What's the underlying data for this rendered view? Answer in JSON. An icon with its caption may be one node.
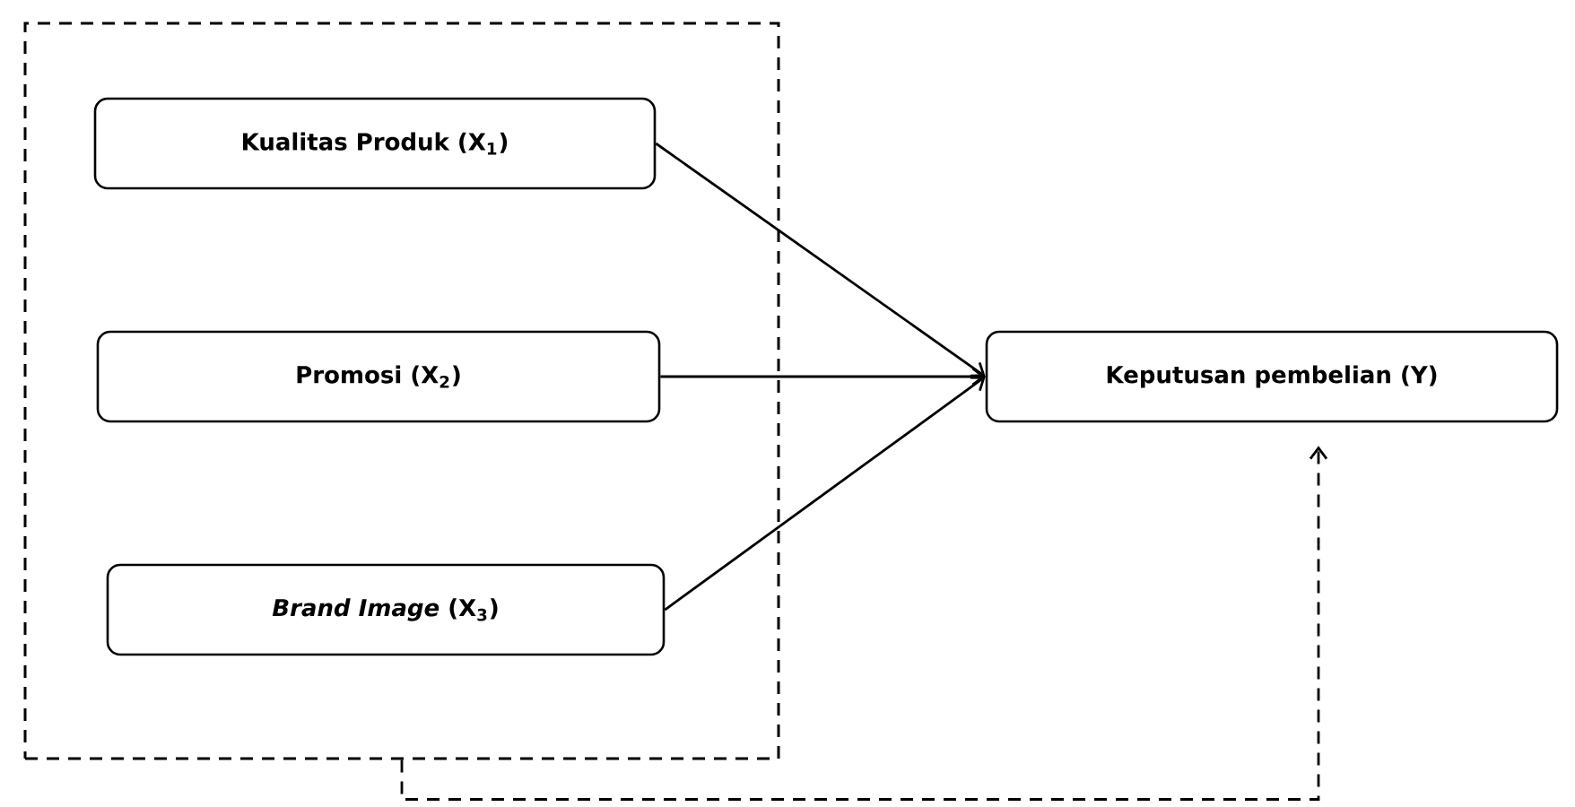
{
  "diagram": {
    "nodes": [
      {
        "text": [],
        "shape": "box"
      },
      {
        "text": [
          "Kualitas Produk (X$_{1}$)"
        ],
        "in": 0
      },
      {
        "text": [
          "Promosi (X$_{2}$)"
        ],
        "in": 0
      },
      {
        "text": [
          "*Brand Image* (X$_{3}$)"
        ],
        "in": 0
      },
      {
        "text": [
          "Keputusan pembelian (Y)"
        ]
      }
    ],
    "edges": [
      {
        "from": 1,
        "to": 4,
        "arrow": "to"
      },
      {
        "from": 2,
        "to": 4,
        "arrow": "to"
      },
      {
        "from": 3,
        "to": 4,
        "arrow": "to"
      },
      {
        "from": 0,
        "to": 4,
        "arrow": "to",
        "style": "dashed"
      }
    ]
  }
}
